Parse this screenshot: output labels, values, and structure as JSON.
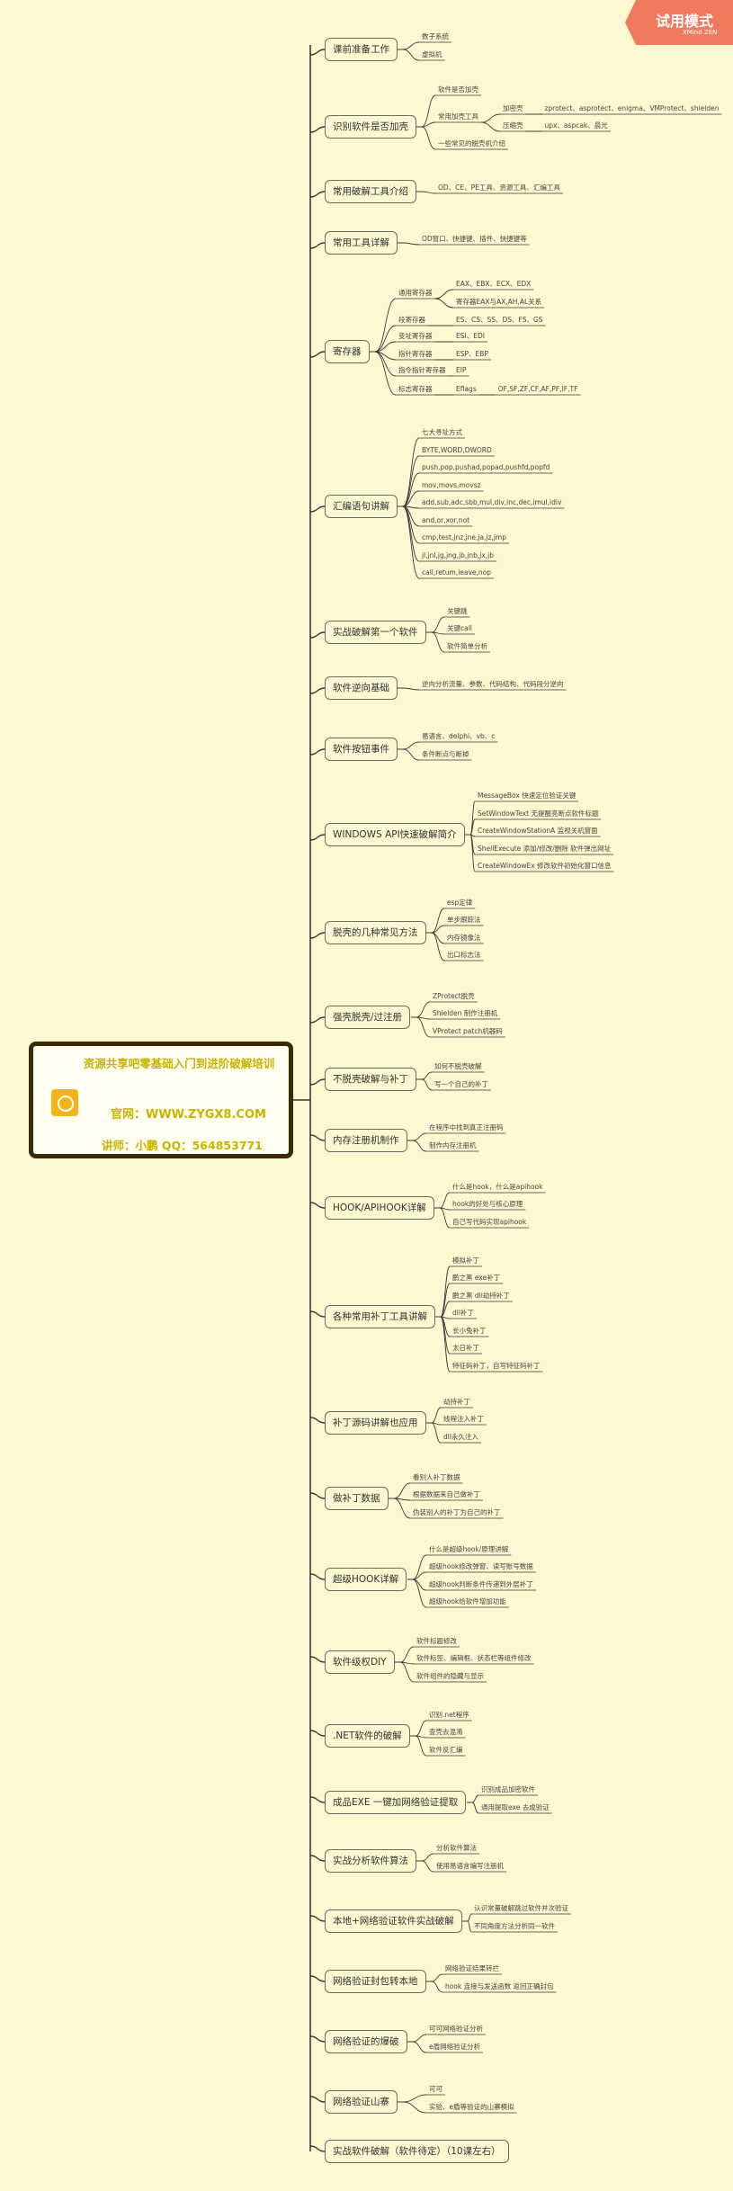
{
  "badge": {
    "label": "试用模式",
    "brand": "XMind",
    "edition": "ZEN"
  },
  "center": {
    "title": "资源共享吧零基础入门到进阶破解培训",
    "site": "官网：WWW.ZYGX8.COM",
    "teacher": "讲师：小鹏  QQ：564853771"
  },
  "colors": {
    "background": "#fbf8d2",
    "accent": "#c7b300",
    "badge": "#f07a5e",
    "line": "#3a3a3a"
  },
  "topics": [
    {
      "label": "课前准备工作",
      "children": [
        {
          "label": "数子系统"
        },
        {
          "label": "虚拟机"
        }
      ]
    },
    {
      "label": "识别软件是否加壳",
      "children": [
        {
          "label": "软件是否加壳"
        },
        {
          "label": "常用加壳工具",
          "children": [
            {
              "label": "加密壳",
              "children": [
                {
                  "label": "zprotect、asprotect、enigma、VMProtect、shielden"
                }
              ]
            },
            {
              "label": "压缩壳",
              "children": [
                {
                  "label": "upx、aspcak、晨光"
                }
              ]
            }
          ]
        },
        {
          "label": "一些常见的脱壳机介绍"
        }
      ]
    },
    {
      "label": "常用破解工具介绍",
      "children": [
        {
          "label": "OD、CE、PE工具、资源工具、汇编工具"
        }
      ]
    },
    {
      "label": "常用工具详解",
      "children": [
        {
          "label": "OD窗口、快捷键、插件、快捷键等"
        }
      ]
    },
    {
      "label": "寄存器",
      "children": [
        {
          "label": "通用寄存器",
          "children": [
            {
              "label": "EAX、EBX、ECX、EDX"
            },
            {
              "label": "寄存器EAX与AX,AH,AL关系"
            }
          ]
        },
        {
          "label": "段寄存器",
          "children": [
            {
              "label": "ES、CS、SS、DS、FS、GS"
            }
          ]
        },
        {
          "label": "变址寄存器",
          "children": [
            {
              "label": "ESI、EDI"
            }
          ]
        },
        {
          "label": "指针寄存器",
          "children": [
            {
              "label": "ESP、EBP"
            }
          ]
        },
        {
          "label": "指令指针寄存器",
          "children": [
            {
              "label": "EIP"
            }
          ]
        },
        {
          "label": "标志寄存器",
          "children": [
            {
              "label": "Eflags",
              "children": [
                {
                  "label": "OF,SF,ZF,CF,AF,PF,IF,TF"
                }
              ]
            }
          ]
        }
      ]
    },
    {
      "label": "汇编语句讲解",
      "children": [
        {
          "label": "七大寻址方式"
        },
        {
          "label": "BYTE,WORD,DWORD"
        },
        {
          "label": "push,pop,pushad,popad,pushfd,popfd"
        },
        {
          "label": "mov,movs,movsz"
        },
        {
          "label": "add,sub,adc,sbb,mul,div,inc,dec,imul,idiv"
        },
        {
          "label": "and,or,xor,not"
        },
        {
          "label": "cmp,test,jnz,jne,ja,jz,jmp"
        },
        {
          "label": "jl,jnl,jg,jng,jb,jnb,jx,jb"
        },
        {
          "label": "call,retum,leave,nop"
        }
      ]
    },
    {
      "label": "实战破解第一个软件",
      "children": [
        {
          "label": "关键跳"
        },
        {
          "label": "关键call"
        },
        {
          "label": "软件简单分析"
        }
      ]
    },
    {
      "label": "软件逆向基础",
      "children": [
        {
          "label": "逆向分析流量、参数、代码结构、代码段分逆向"
        }
      ]
    },
    {
      "label": "软件按钮事件",
      "children": [
        {
          "label": "易语言、delphi、vb、c"
        },
        {
          "label": "条件断点与断掉"
        }
      ]
    },
    {
      "label": "WINDOWS API快速破解简介",
      "children": [
        {
          "label": "MessageBox 快速定位验证关键"
        },
        {
          "label": "SetWindowText 无提醒亮断点软件标题"
        },
        {
          "label": "CreateWindowStationA 监视关机窗面"
        },
        {
          "label": "ShellExecute 添加/修改/删除 软件弹出网址"
        },
        {
          "label": "CreateWindowEx 修改软件初始化窗口信息"
        }
      ]
    },
    {
      "label": "脱壳的几种常见方法",
      "children": [
        {
          "label": "esp定律"
        },
        {
          "label": "单步跟踪法"
        },
        {
          "label": "内存镜像法"
        },
        {
          "label": "出口标志法"
        }
      ]
    },
    {
      "label": "强壳脱壳/过注册",
      "children": [
        {
          "label": "ZProtect脱壳"
        },
        {
          "label": "Shielden 制作注册机"
        },
        {
          "label": "VProtect patch机器码"
        }
      ]
    },
    {
      "label": "不脱壳破解与补丁",
      "children": [
        {
          "label": "如何不脱壳破解"
        },
        {
          "label": "写一个自己的补丁"
        }
      ]
    },
    {
      "label": "内存注册机制作",
      "children": [
        {
          "label": "在程序中找到真正注册码"
        },
        {
          "label": "制作内存注册机"
        }
      ]
    },
    {
      "label": "HOOK/APIHOOK详解",
      "children": [
        {
          "label": "什么是hook，什么是apihook"
        },
        {
          "label": "hook的好处与核心原理"
        },
        {
          "label": "自己写代码实现apihook"
        }
      ]
    },
    {
      "label": "各种常用补丁工具讲解",
      "children": [
        {
          "label": "模拟补丁"
        },
        {
          "label": "鹏之黑 exe补丁"
        },
        {
          "label": "鹏之黑 dll劫持补丁"
        },
        {
          "label": "dll补丁"
        },
        {
          "label": "长小兔补丁"
        },
        {
          "label": "太日补丁"
        },
        {
          "label": "特征码补丁，自写特征码补丁"
        }
      ]
    },
    {
      "label": "补丁源码讲解也应用",
      "children": [
        {
          "label": "劫持补丁"
        },
        {
          "label": "线程注入补丁"
        },
        {
          "label": "dll永久注入"
        }
      ]
    },
    {
      "label": "做补丁数据",
      "children": [
        {
          "label": "看别人补丁数据"
        },
        {
          "label": "根据数据来自己做补丁"
        },
        {
          "label": "伪装别人的补丁为自己的补丁"
        }
      ]
    },
    {
      "label": "超级HOOK详解",
      "children": [
        {
          "label": "什么是超级hook/原理讲解"
        },
        {
          "label": "超级hook修改弹窗、读写账号数据"
        },
        {
          "label": "超级hook判断条件传递到外层补丁"
        },
        {
          "label": "超级hook给软件增加功能"
        }
      ]
    },
    {
      "label": "软件级权DIY",
      "children": [
        {
          "label": "软件标题修改"
        },
        {
          "label": "软件标签、编辑框、状态栏等组件修改"
        },
        {
          "label": "软件组件的隐藏与显示"
        }
      ]
    },
    {
      "label": ".NET软件的破解",
      "children": [
        {
          "label": "识别.net程序"
        },
        {
          "label": "查壳去混淆"
        },
        {
          "label": "软件反汇编"
        }
      ]
    },
    {
      "label": "成品EXE 一键加网络验证提取",
      "children": [
        {
          "label": "识别成品加密软件"
        },
        {
          "label": "通用提取exe 去成验证"
        }
      ]
    },
    {
      "label": "实战分析软件算法",
      "children": [
        {
          "label": "分析软件算法"
        },
        {
          "label": "使用易语言编写注册机"
        }
      ]
    },
    {
      "label": "本地+网络验证软件实战破解",
      "children": [
        {
          "label": "认识常量破解跳过软件并次验证"
        },
        {
          "label": "不同角度方法分析同一软件"
        }
      ]
    },
    {
      "label": "网络验证封包转本地",
      "children": [
        {
          "label": "网络验证结果转拦"
        },
        {
          "label": "hook 连接与发送函数 返回正确封包"
        }
      ]
    },
    {
      "label": "网络验证的爆破",
      "children": [
        {
          "label": "可可网络验证分析"
        },
        {
          "label": "e盾网络验证分析"
        }
      ]
    },
    {
      "label": "网络验证山寨",
      "children": [
        {
          "label": "可可"
        },
        {
          "label": "实验、e盾等验证的山寨模拟"
        }
      ]
    },
    {
      "label": "实战软件破解（软件待定）（10课左右）"
    }
  ]
}
